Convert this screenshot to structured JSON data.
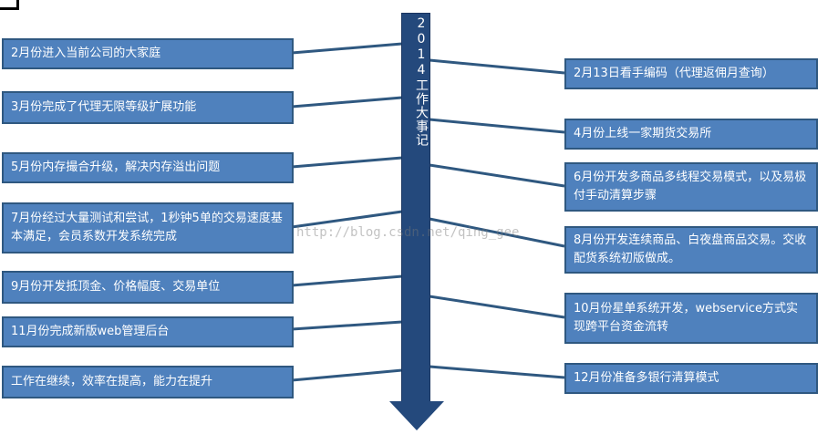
{
  "title": "2014工作大事记",
  "left_events": [
    "2月份进入当前公司的大家庭",
    "3月份完成了代理无限等级扩展功能",
    "5月份内存撮合升级，解决内存溢出问题",
    "7月份经过大量测试和尝试，1秒钟5单的交易速度基本满足，会员系数开发系统完成",
    "9月份开发抵顶金、价格幅度、交易单位",
    "11月份完成新版web管理后台",
    "工作在继续，效率在提高，能力在提升"
  ],
  "right_events": [
    "2月13日看手编码（代理返佣月查询）",
    "4月份上线一家期货交易所",
    "6月份开发多商品多线程交易模式，以及易极付手动清算步骤",
    "8月份开发连续商品、白夜盘商品交易。交收配货系统初版做成。",
    "10月份星单系统开发，webservice方式实现跨平台资金流转",
    "12月份准备多银行清算模式"
  ],
  "watermark": "http://blog.csdn.net/qing_gee",
  "colors": {
    "box_fill": "#4f81bd",
    "box_border": "#2f5880",
    "axis_fill": "#24497c",
    "connector": "#2f5880"
  }
}
